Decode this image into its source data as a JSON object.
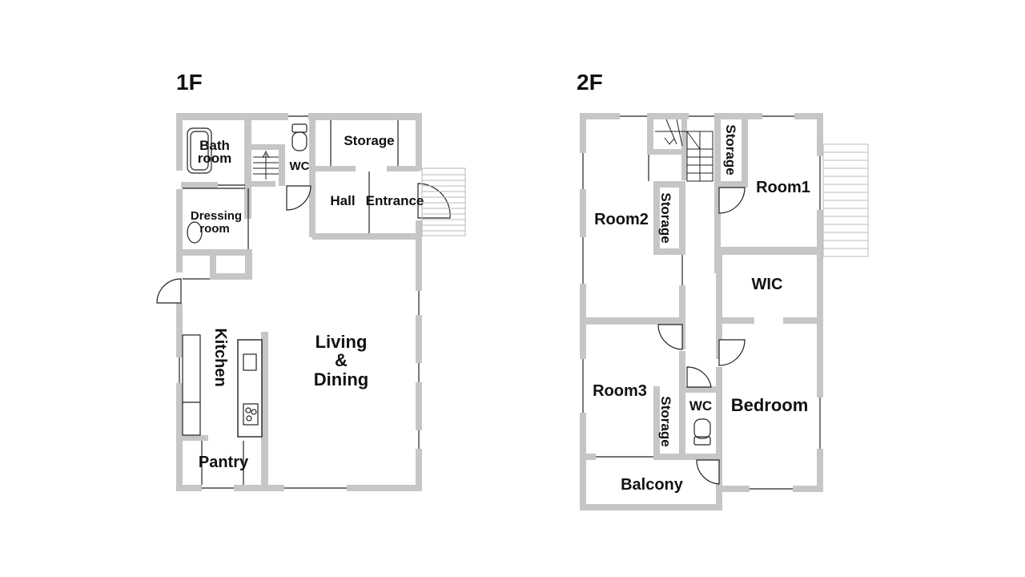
{
  "floors": {
    "first": {
      "title": "1F",
      "rooms": {
        "bath_1": "Bath",
        "bath_2": "room",
        "wc": "WC",
        "storage": "Storage",
        "hall": "Hall",
        "entrance": "Entrance",
        "dressing_1": "Dressing",
        "dressing_2": "room",
        "kitchen": "Kitchen",
        "living_1": "Living",
        "living_2": "&",
        "living_3": "Dining",
        "pantry": "Pantry"
      }
    },
    "second": {
      "title": "2F",
      "rooms": {
        "storage_top": "Storage",
        "room1": "Room1",
        "room2": "Room2",
        "storage_room2": "Storage",
        "wic": "WIC",
        "room3": "Room3",
        "storage_room3": "Storage",
        "wc": "WC",
        "bedroom": "Bedroom",
        "balcony": "Balcony"
      }
    }
  },
  "colors": {
    "wall": "#c6c6c6",
    "line": "#222222",
    "text": "#111111"
  }
}
